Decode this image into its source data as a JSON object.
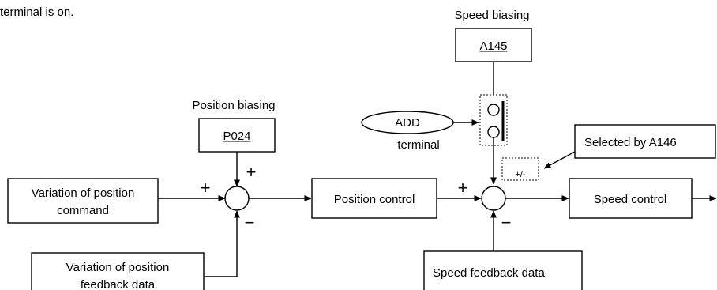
{
  "intro_text": "terminal is on.",
  "speed_biasing": {
    "title": "Speed biasing",
    "param": "A145"
  },
  "position_biasing": {
    "title": "Position biasing",
    "param": "P024"
  },
  "add_terminal": {
    "oval_label": "ADD",
    "sub_label": "terminal"
  },
  "selected_by": "Selected by A146",
  "sign_select": "+/-",
  "position_command": {
    "line1": "Variation of position",
    "line2": "command"
  },
  "position_feedback": {
    "line1": "Variation of position",
    "line2": "feedback data"
  },
  "position_control": "Position control",
  "speed_control": "Speed control",
  "speed_feedback": "Speed feedback data",
  "signs": {
    "plus": "+",
    "minus": "−"
  }
}
